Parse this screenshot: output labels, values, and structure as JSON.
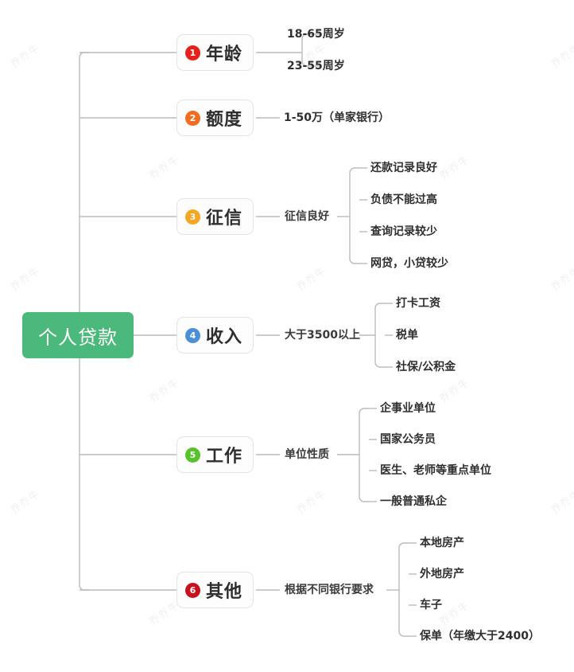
{
  "diagram": {
    "title": "个人贷款",
    "type": "mindmap",
    "root": {
      "label": "个人贷款",
      "color": "#4cb97c",
      "text_color": "#ffffff"
    },
    "watermark_text": "乔乔牛",
    "branches": [
      {
        "index": "1",
        "label": "年龄",
        "badge_color": "#e8201c",
        "middle": null,
        "leaves": [
          "18-65周岁",
          "23-55周岁"
        ]
      },
      {
        "index": "2",
        "label": "额度",
        "badge_color": "#f26b22",
        "middle": null,
        "leaves": [
          "1-50万（单家银行）"
        ]
      },
      {
        "index": "3",
        "label": "征信",
        "badge_color": "#f5a623",
        "middle": "征信良好",
        "leaves": [
          "还款记录良好",
          "负债不能过高",
          "查询记录较少",
          "网贷，小贷较少"
        ]
      },
      {
        "index": "4",
        "label": "收入",
        "badge_color": "#4a90d9",
        "middle": "大于3500以上",
        "leaves": [
          "打卡工资",
          "税单",
          "社保/公积金"
        ]
      },
      {
        "index": "5",
        "label": "工作",
        "badge_color": "#56c32a",
        "middle": "单位性质",
        "leaves": [
          "企事业单位",
          "国家公务员",
          "医生、老师等重点单位",
          "一般普通私企"
        ]
      },
      {
        "index": "6",
        "label": "其他",
        "badge_color": "#c9101f",
        "middle": "根据不同银行要求",
        "leaves": [
          "本地房产",
          "外地房产",
          "车子",
          "保单（年缴大于2400）"
        ]
      }
    ]
  }
}
